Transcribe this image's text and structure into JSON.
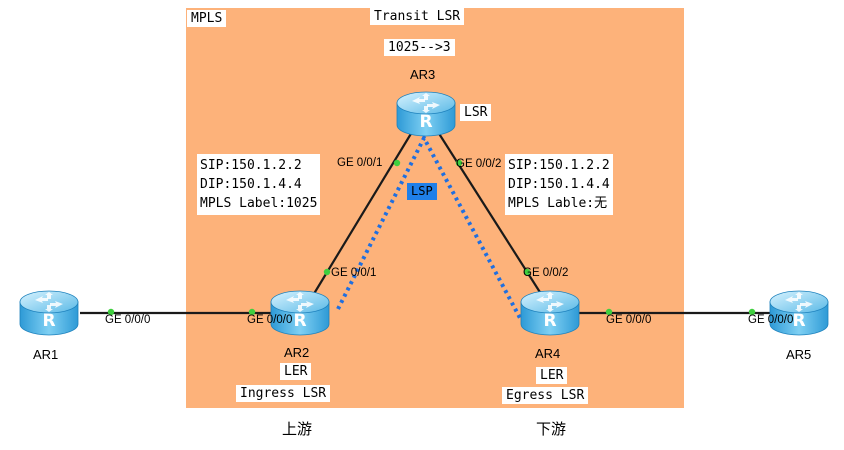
{
  "region": {
    "label": "MPLS",
    "title": "Transit LSR",
    "swap": "1025-->3"
  },
  "colors": {
    "mpls_area": "#fdb27a",
    "link": "#1a1a1a",
    "lsp_path": "#1f6fe0",
    "port_dot": "#3fcf3f",
    "lsp_tag": "#1f7fe8"
  },
  "routers": [
    {
      "id": "AR1",
      "name": "AR1"
    },
    {
      "id": "AR2",
      "name": "AR2",
      "role": "LER",
      "lsr_type": "Ingress LSR",
      "stream": "上游"
    },
    {
      "id": "AR3",
      "name": "AR3",
      "role": "LSR"
    },
    {
      "id": "AR4",
      "name": "AR4",
      "role": "LER",
      "lsr_type": "Egress LSR",
      "stream": "下游"
    },
    {
      "id": "AR5",
      "name": "AR5"
    }
  ],
  "ports": {
    "ar1_ge000": "GE 0/0/0",
    "ar2_ge000": "GE 0/0/0",
    "ar2_ge001": "GE 0/0/1",
    "ar3_ge001": "GE 0/0/1",
    "ar3_ge002": "GE 0/0/2",
    "ar4_ge002": "GE 0/0/2",
    "ar4_ge000": "GE 0/0/0",
    "ar5_ge000": "GE 0/0/0"
  },
  "packets": {
    "left": "SIP:150.1.2.2\nDIP:150.1.4.4\nMPLS Label:1025",
    "right": "SIP:150.1.2.2\nDIP:150.1.4.4\nMPLS Lable:无"
  },
  "lsp_label": "LSP",
  "router_icon_glyph": "R"
}
